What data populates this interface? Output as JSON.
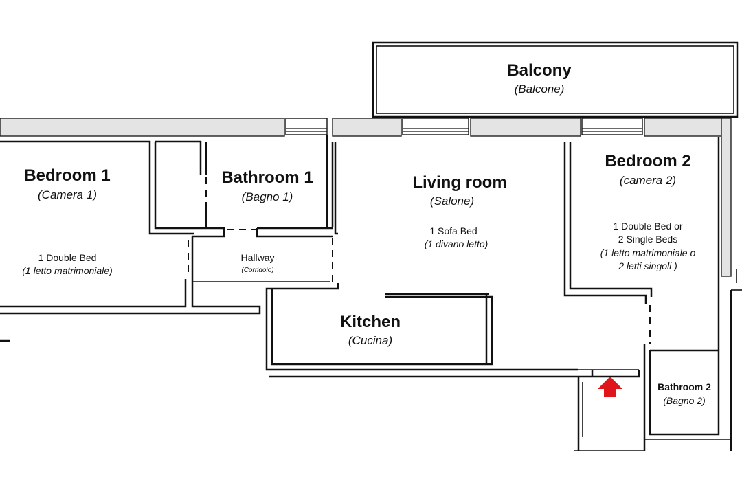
{
  "rooms": {
    "balcony": {
      "name": "Balcony",
      "italian": "(Balcone)"
    },
    "bedroom1": {
      "name": "Bedroom 1",
      "italian": "(Camera 1)",
      "beds": "1 Double Bed",
      "beds_italian": "(1 letto matrimoniale)"
    },
    "bathroom1": {
      "name": "Bathroom 1",
      "italian": "(Bagno 1)"
    },
    "hallway": {
      "name": "Hallway",
      "italian": "(Corridoio)"
    },
    "living": {
      "name": "Living room",
      "italian": "(Salone)",
      "beds": "1 Sofa Bed",
      "beds_italian": "(1 divano letto)"
    },
    "bedroom2": {
      "name": "Bedroom 2",
      "italian": "(camera 2)",
      "beds_line1": "1 Double Bed or",
      "beds_line2": "2 Single Beds",
      "beds_italian_line1": "(1 letto matrimoniale o",
      "beds_italian_line2": "2 letti singoli )"
    },
    "kitchen": {
      "name": "Kitchen",
      "italian": "(Cucina)"
    },
    "bathroom2": {
      "name": "Bathroom 2",
      "italian": "(Bagno 2)"
    }
  },
  "colors": {
    "wall": "#111111",
    "outer_wall_fill": "#e4e4e4",
    "entrance_arrow": "#e0151b"
  },
  "icons": {
    "entrance": "red-entrance-arrow-icon"
  }
}
